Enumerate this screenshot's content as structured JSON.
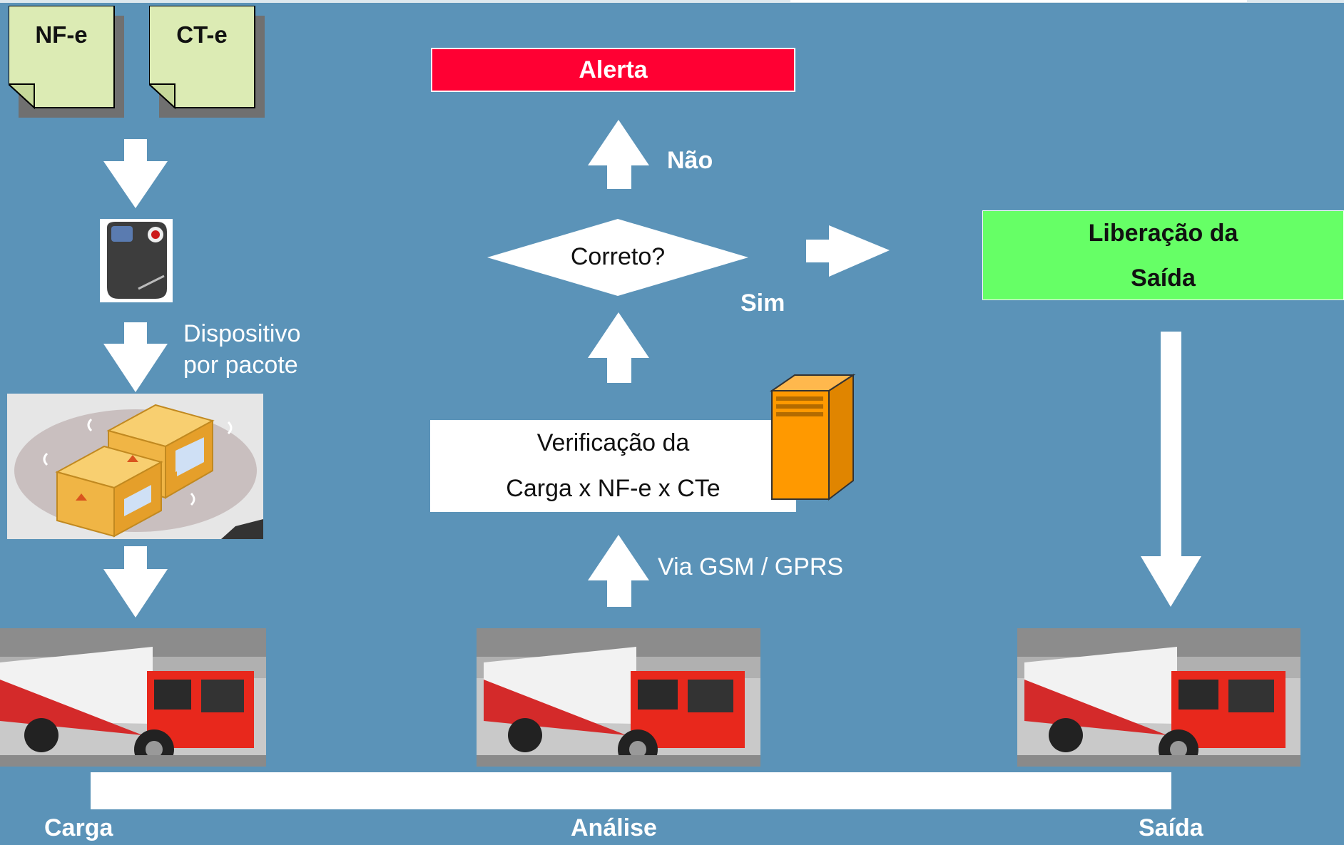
{
  "documents": [
    {
      "label": "NF-e"
    },
    {
      "label": "CT-e"
    }
  ],
  "alert": {
    "label": "Alerta"
  },
  "decision": {
    "question": "Correto?",
    "no_label": "Não",
    "yes_label": "Sim"
  },
  "release": {
    "line1": "Liberação da",
    "line2": "Saída"
  },
  "verification": {
    "line1": "Verificação da",
    "line2": "Carga x NF-e x CTe"
  },
  "device_label": {
    "line1": "Dispositivo",
    "line2": "por pacote"
  },
  "via_label": "Via GSM / GPRS",
  "stages": [
    "Carga",
    "Análise",
    "Saída"
  ],
  "colors": {
    "background": "#5b93b8",
    "alert": "#ff0033",
    "release": "#66ff66",
    "document": "#dcebb4",
    "server": "#ff9900",
    "truck_cab": "#e8281c"
  },
  "icons": [
    "document-icon",
    "tracking-device-icon",
    "rfid-boxes-icon",
    "server-icon",
    "truck-icon"
  ]
}
